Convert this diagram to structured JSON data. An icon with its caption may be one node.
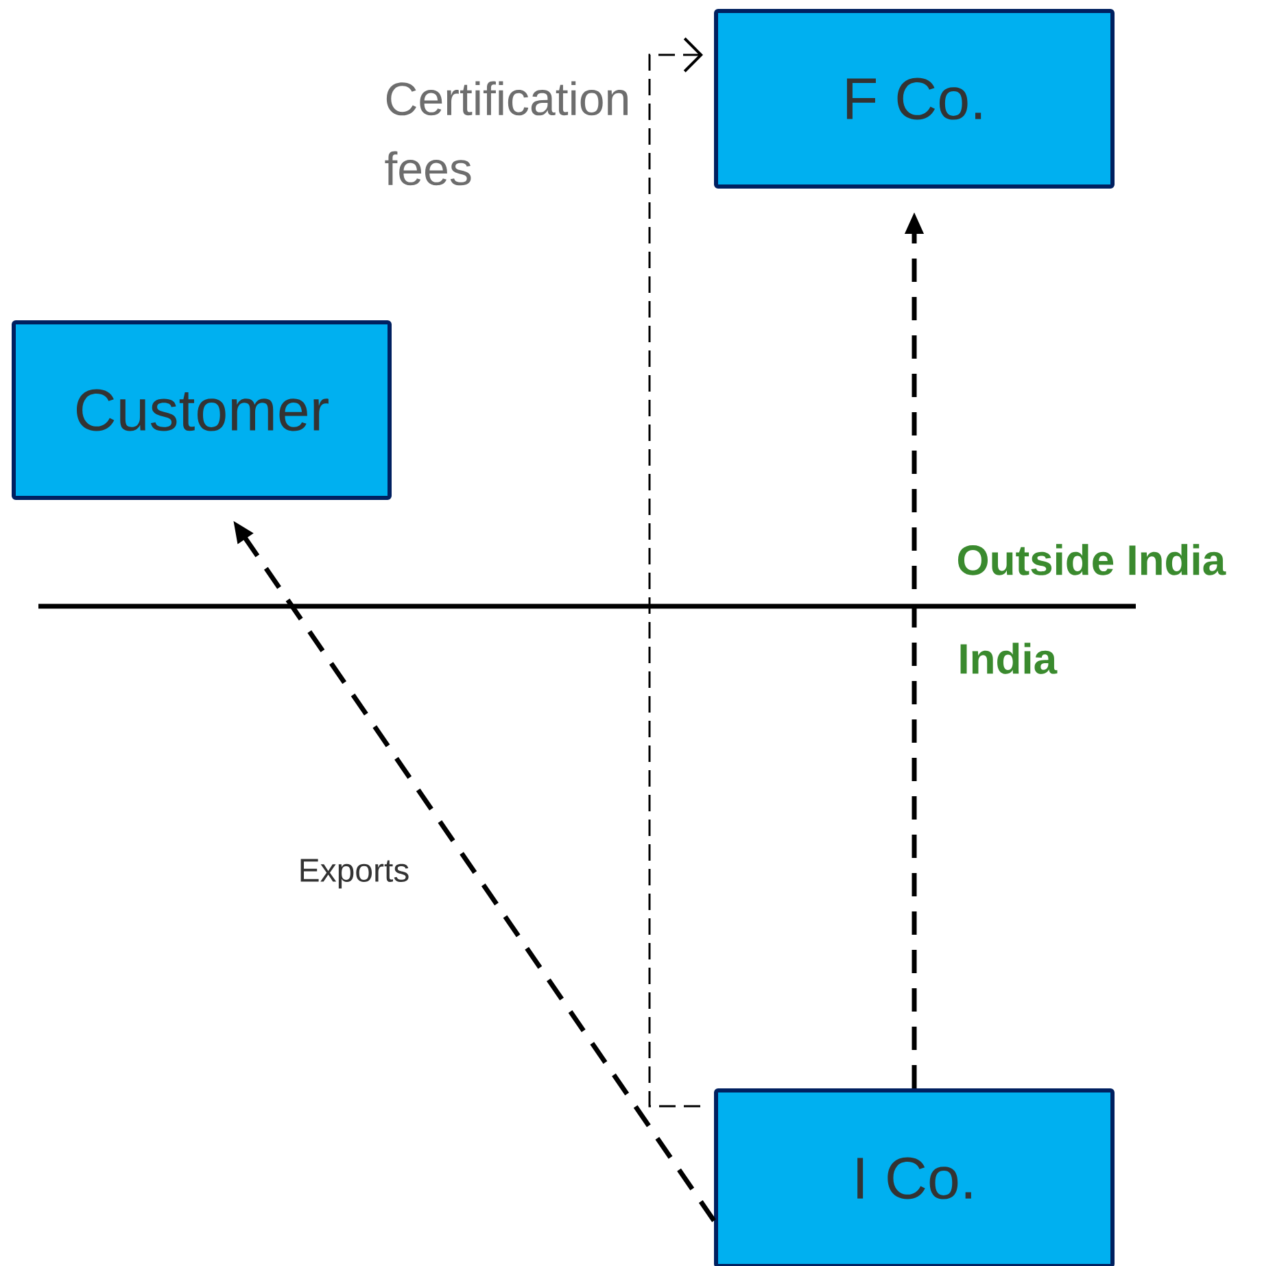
{
  "diagram": {
    "nodes": [
      {
        "text": [
          "F Co."
        ]
      },
      {
        "text": [
          "Customer"
        ]
      },
      {
        "text": [
          "I Co."
        ]
      }
    ],
    "edges": [
      {
        "from": 2,
        "to": 0,
        "arrow": "to",
        "style": "dashed"
      },
      {
        "from": 2,
        "to": 1,
        "arrow": "to",
        "style": "dashed",
        "label": "Exports"
      },
      {
        "from": 2,
        "to": 0,
        "arrow": "to",
        "style": "dashed",
        "label": "Certification fees"
      }
    ],
    "labels": [
      "Outside India",
      "India"
    ]
  }
}
